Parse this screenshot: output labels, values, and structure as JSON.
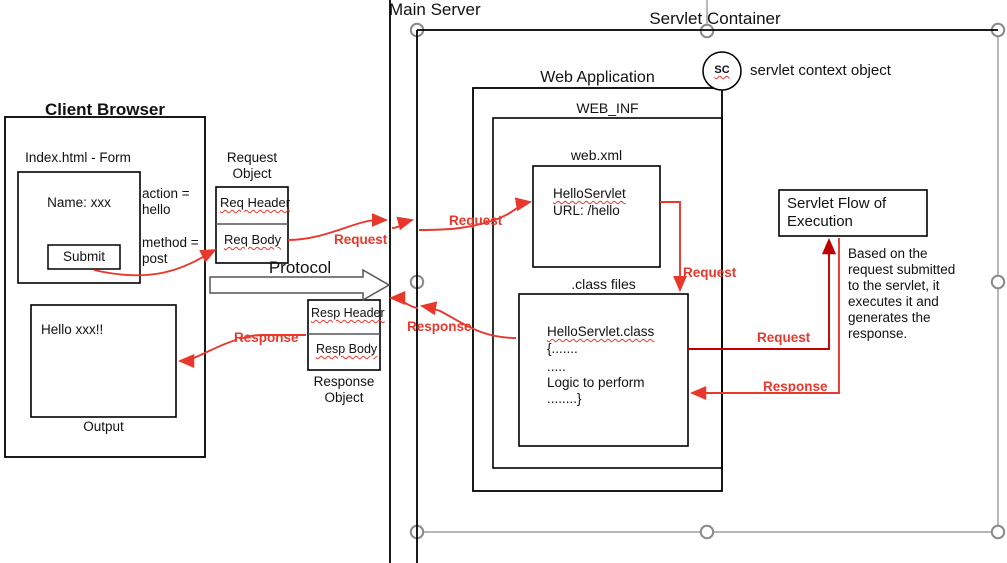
{
  "diagram": {
    "title_client": "Client Browser",
    "title_main_server": "Main Server",
    "title_servlet_container": "Servlet Container",
    "title_web_application": "Web Application",
    "title_web_inf": "WEB_INF",
    "title_webxml": "web.xml",
    "title_class_files": ".class files",
    "title_protocol": "Protocol",
    "title_output": "Output"
  },
  "client": {
    "form_caption": "Index.html - Form",
    "form_field": "Name: xxx",
    "submit_label": "Submit",
    "attr_action": "action =\nhello",
    "attr_method": "method =\npost",
    "output_text": "Hello xxx!!"
  },
  "request_object": {
    "caption": "Request\nObject",
    "header": "Req Header",
    "body": "Req Body"
  },
  "response_object": {
    "caption": "Response\nObject",
    "header": "Resp Header",
    "body": "Resp Body"
  },
  "webxml": {
    "servlet_name": "HelloServlet",
    "servlet_url": "URL: /hello"
  },
  "class_file": {
    "name": "HelloServlet.class",
    "line1": "{.......",
    "line2": ".....",
    "line3": "Logic to perform",
    "line4": "........}"
  },
  "servlet_context": {
    "badge": "SC",
    "label": "servlet context object"
  },
  "flow_box": {
    "title": "Servlet Flow of\nExecution",
    "description": "Based on the\nrequest submitted\nto the servlet, it\nexecutes it and\ngenerates the\nresponse."
  },
  "arrow_labels": {
    "request_browser": "Request",
    "request_server": "Request",
    "request_webxml_down": "Request",
    "request_flow": "Request",
    "response_flow": "Response",
    "response_server": "Response",
    "response_browser": "Response"
  },
  "colors": {
    "red": "#e8382c",
    "dark_red": "#c00000",
    "line": "#000000",
    "handle": "#808080"
  }
}
